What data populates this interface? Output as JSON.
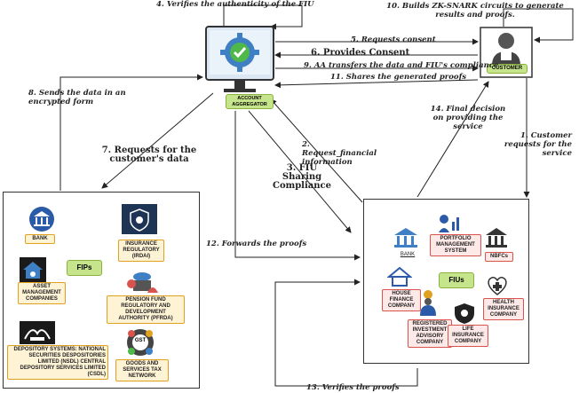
{
  "nodes": {
    "account_aggregator": "ACCOUNT AGGREGATOR",
    "customer": "CUSTOMER",
    "fips_label": "FIPs",
    "fius_label": "FIUs"
  },
  "fips": {
    "bank": "BANK",
    "irdai": "INSURANCE REGULATORY (IRDAI)",
    "amc": "ASSET MANAGEMENT COMPANIES",
    "pfrda": "PENSION FUND REGULATORY AND DEVELOPMENT AUTHORITY (PFRDA)",
    "depository": "DEPOSITORY SYSTEMS: NATIONAL SECURITIES DESPOSITORIES LIMITED (NSDL) CENTRAL DEPOSITORY SERVICES LIMITED (CSDL)",
    "gst": "GOODS AND SERVICES TAX NETWORK",
    "gst_icon_text": "GST"
  },
  "fius": {
    "bank": "BANK",
    "pms": "PORTFOLIO MANAGEMENT SYSTEM",
    "nbfcs": "NBFCs",
    "housing": "HOUSE FINANCE COMPANY",
    "health": "HEALTH INSURANCE COMPANY",
    "ria": "REGISTERED INVESTMENT ADVISORY COMPANY",
    "life": "LIFE INSURANCE COMPANY"
  },
  "steps": {
    "s1": "1. Customer requests for the service",
    "s2": "2. Request_financial information",
    "s3": "3. FIU Sharing Compliance",
    "s4": "4. Verifies the authenticity of the FIU",
    "s5": "5. Requests consent",
    "s6": "6. Provides Consent",
    "s7": "7. Requests for the customer's data",
    "s8": "8. Sends the data in an encrypted form",
    "s9": "9. AA transfers the data and FIU's compliance",
    "s10": "10. Builds ZK-SNARK circuits to generate results and proofs.",
    "s11": "11. Shares the generated  proofs",
    "s12": "12. Forwards the proofs",
    "s13": "13. Verifies the proofs",
    "s14": "14. Final decision on providing the service"
  }
}
